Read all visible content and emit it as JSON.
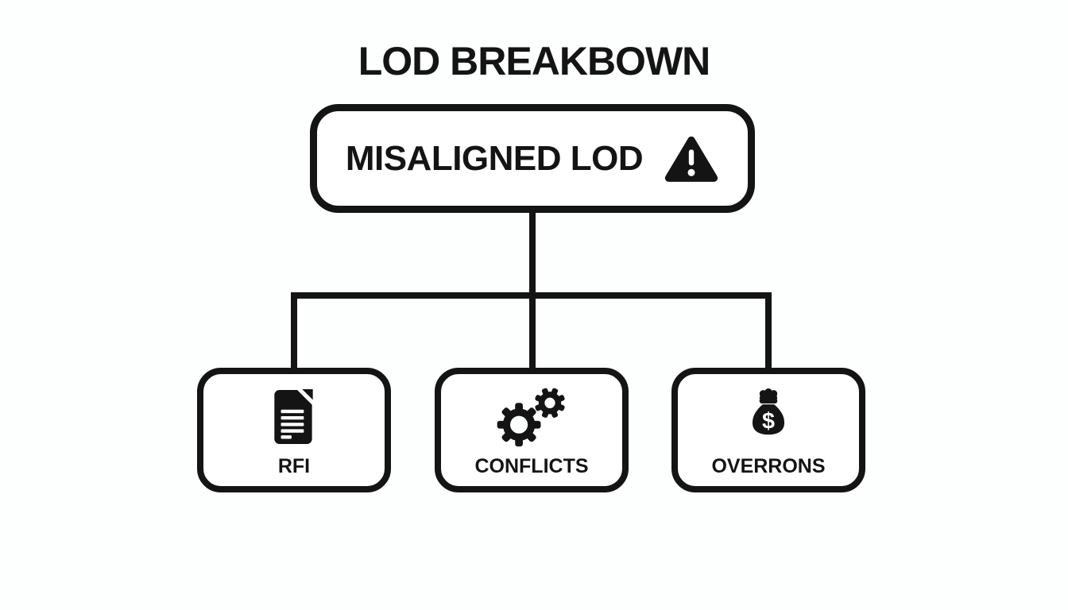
{
  "colors": {
    "ink": "#141414",
    "background": "#fdfefe",
    "node_fill": "#ffffff"
  },
  "title": "LOD BREAKBOWN",
  "root": {
    "label": "MISALIGNED LOD",
    "icon": "warning-triangle-icon"
  },
  "children": [
    {
      "label": "RFI",
      "icon": "document-icon"
    },
    {
      "label": "CONFLICTS",
      "icon": "gears-icon"
    },
    {
      "label": "OVERRONS",
      "icon": "money-bag-icon",
      "currency_symbol": "$"
    }
  ]
}
